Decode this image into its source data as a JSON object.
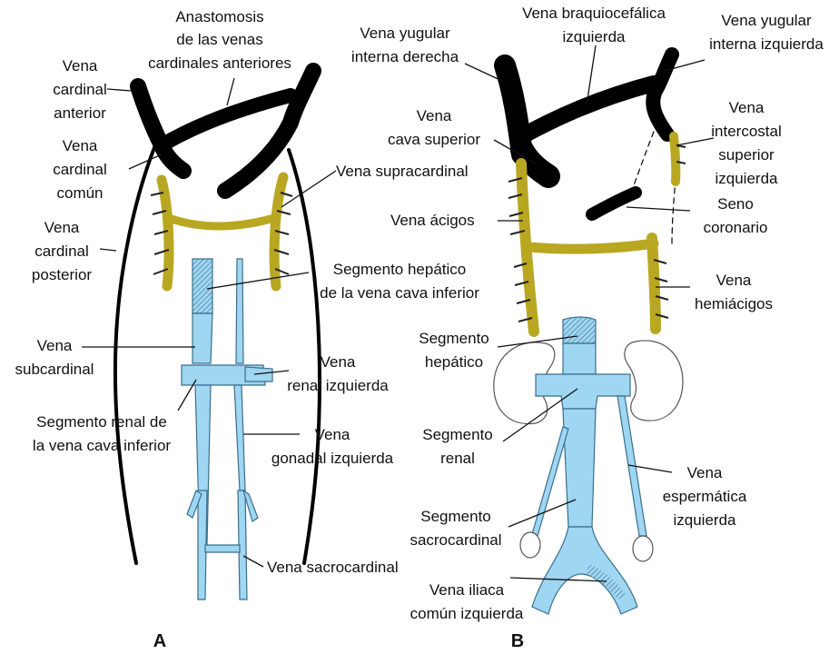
{
  "panel_a": {
    "letter": "A",
    "labels": {
      "anastomosis": [
        "Anastomosis",
        "de las venas",
        "cardinales anteriores"
      ],
      "cardinal_anterior": [
        "Vena",
        "cardinal",
        "anterior"
      ],
      "cardinal_comun": [
        "Vena",
        "cardinal",
        "común"
      ],
      "cardinal_posterior": [
        "Vena",
        "cardinal",
        "posterior"
      ],
      "supracardinal": [
        "Vena supracardinal"
      ],
      "segmento_hepatico": [
        "Segmento hepático",
        "de la vena cava inferior"
      ],
      "subcardinal": [
        "Vena",
        "subcardinal"
      ],
      "renal_izquierda": [
        "Vena",
        "renal izquierda"
      ],
      "segmento_renal": [
        "Segmento renal de",
        "la vena cava inferior"
      ],
      "gonadal_izquierda": [
        "Vena",
        "gonadal izquierda"
      ],
      "sacrocardinal": [
        "Vena sacrocardinal"
      ]
    }
  },
  "panel_b": {
    "letter": "B",
    "labels": {
      "braquiocefalica": [
        "Vena braquiocefálica",
        "izquierda"
      ],
      "yugular_izq": [
        "Vena yugular",
        "interna izquierda"
      ],
      "yugular_der": [
        "Vena yugular",
        "interna derecha"
      ],
      "cava_superior": [
        "Vena",
        "cava superior"
      ],
      "intercostal": [
        "Vena",
        "intercostal",
        "superior",
        "izquierda"
      ],
      "acigos": [
        "Vena ácigos"
      ],
      "seno_coronario": [
        "Seno",
        "coronario"
      ],
      "hemiacigos": [
        "Vena",
        "hemiácigos"
      ],
      "segmento_hepatico": [
        "Segmento",
        "hepático"
      ],
      "segmento_renal": [
        "Segmento",
        "renal"
      ],
      "espermatica": [
        "Vena",
        "espermática",
        "izquierda"
      ],
      "sacrocardinal": [
        "Segmento",
        "sacrocardinal"
      ],
      "iliaca": [
        "Vena iliaca",
        "común izquierda"
      ]
    }
  },
  "colors": {
    "vein_black": "#000000",
    "supracardinal_yellow": "#c7b52a",
    "subcardinal_blue": "#9fd6f2"
  }
}
